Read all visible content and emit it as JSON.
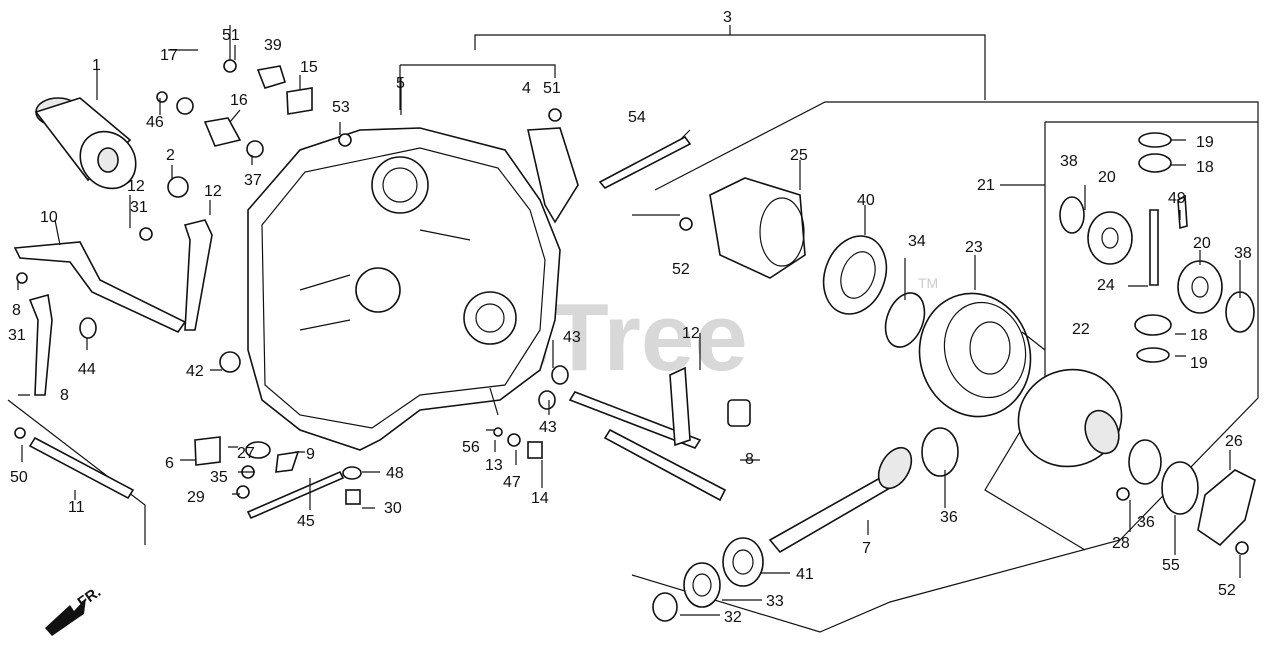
{
  "diagram": {
    "watermark": "PartsTree",
    "watermark_tm": "TM",
    "front_label": "FR.",
    "callouts": [
      {
        "id": "c1",
        "text": "1"
      },
      {
        "id": "c2",
        "text": "2"
      },
      {
        "id": "c3",
        "text": "3"
      },
      {
        "id": "c4",
        "text": "4"
      },
      {
        "id": "c5",
        "text": "5"
      },
      {
        "id": "c6",
        "text": "6"
      },
      {
        "id": "c7",
        "text": "7"
      },
      {
        "id": "c8a",
        "text": "8"
      },
      {
        "id": "c8b",
        "text": "8"
      },
      {
        "id": "c8c",
        "text": "8"
      },
      {
        "id": "c9",
        "text": "9"
      },
      {
        "id": "c10",
        "text": "10"
      },
      {
        "id": "c11",
        "text": "11"
      },
      {
        "id": "c12a",
        "text": "12"
      },
      {
        "id": "c12b",
        "text": "12"
      },
      {
        "id": "c12c",
        "text": "12"
      },
      {
        "id": "c13",
        "text": "13"
      },
      {
        "id": "c14",
        "text": "14"
      },
      {
        "id": "c15",
        "text": "15"
      },
      {
        "id": "c16",
        "text": "16"
      },
      {
        "id": "c17",
        "text": "17"
      },
      {
        "id": "c18a",
        "text": "18"
      },
      {
        "id": "c18b",
        "text": "18"
      },
      {
        "id": "c19a",
        "text": "19"
      },
      {
        "id": "c19b",
        "text": "19"
      },
      {
        "id": "c20a",
        "text": "20"
      },
      {
        "id": "c20b",
        "text": "20"
      },
      {
        "id": "c21",
        "text": "21"
      },
      {
        "id": "c22",
        "text": "22"
      },
      {
        "id": "c23",
        "text": "23"
      },
      {
        "id": "c24",
        "text": "24"
      },
      {
        "id": "c25",
        "text": "25"
      },
      {
        "id": "c26",
        "text": "26"
      },
      {
        "id": "c27",
        "text": "27"
      },
      {
        "id": "c28",
        "text": "28"
      },
      {
        "id": "c29",
        "text": "29"
      },
      {
        "id": "c30",
        "text": "30"
      },
      {
        "id": "c31a",
        "text": "31"
      },
      {
        "id": "c31b",
        "text": "31"
      },
      {
        "id": "c32",
        "text": "32"
      },
      {
        "id": "c33",
        "text": "33"
      },
      {
        "id": "c34",
        "text": "34"
      },
      {
        "id": "c35",
        "text": "35"
      },
      {
        "id": "c36a",
        "text": "36"
      },
      {
        "id": "c36b",
        "text": "36"
      },
      {
        "id": "c37",
        "text": "37"
      },
      {
        "id": "c38a",
        "text": "38"
      },
      {
        "id": "c38b",
        "text": "38"
      },
      {
        "id": "c39",
        "text": "39"
      },
      {
        "id": "c40",
        "text": "40"
      },
      {
        "id": "c41",
        "text": "41"
      },
      {
        "id": "c42",
        "text": "42"
      },
      {
        "id": "c43a",
        "text": "43"
      },
      {
        "id": "c43b",
        "text": "43"
      },
      {
        "id": "c44",
        "text": "44"
      },
      {
        "id": "c45",
        "text": "45"
      },
      {
        "id": "c46",
        "text": "46"
      },
      {
        "id": "c47",
        "text": "47"
      },
      {
        "id": "c48",
        "text": "48"
      },
      {
        "id": "c49",
        "text": "49"
      },
      {
        "id": "c50",
        "text": "50"
      },
      {
        "id": "c51a",
        "text": "51"
      },
      {
        "id": "c51b",
        "text": "51"
      },
      {
        "id": "c52a",
        "text": "52"
      },
      {
        "id": "c52b",
        "text": "52"
      },
      {
        "id": "c53",
        "text": "53"
      },
      {
        "id": "c54",
        "text": "54"
      },
      {
        "id": "c55",
        "text": "55"
      },
      {
        "id": "c56",
        "text": "56"
      }
    ]
  }
}
